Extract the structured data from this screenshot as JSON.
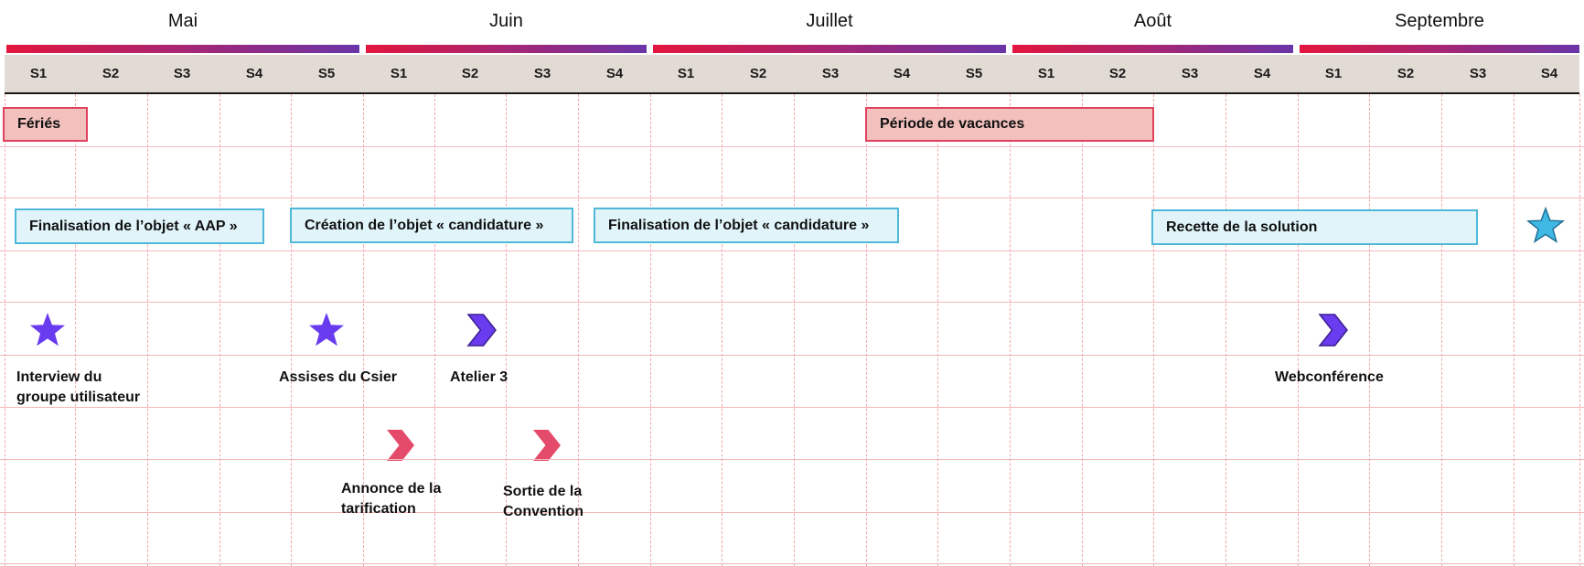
{
  "months": [
    {
      "label": "Mai",
      "weeks": [
        "S1",
        "S2",
        "S3",
        "S4",
        "S5"
      ]
    },
    {
      "label": "Juin",
      "weeks": [
        "S1",
        "S2",
        "S3",
        "S4"
      ]
    },
    {
      "label": "Juillet",
      "weeks": [
        "S1",
        "S2",
        "S3",
        "S4",
        "S5"
      ]
    },
    {
      "label": "Août",
      "weeks": [
        "S1",
        "S2",
        "S3",
        "S4"
      ]
    },
    {
      "label": "Septembre",
      "weeks": [
        "S1",
        "S2",
        "S3",
        "S4"
      ]
    }
  ],
  "holidays": [
    {
      "label": "Fériés"
    },
    {
      "label": "Période de vacances"
    }
  ],
  "tasks": [
    {
      "label": "Finalisation de l’objet « AAP »"
    },
    {
      "label": "Création de l’objet « candidature »"
    },
    {
      "label": "Finalisation de l’objet « candidature »"
    },
    {
      "label": "Recette de la solution"
    }
  ],
  "milestones": [
    {
      "label_lines": [
        "Interview du",
        "groupe utilisateur"
      ],
      "icon": "star-icon"
    },
    {
      "label_lines": [
        "Assises du Csier"
      ],
      "icon": "star-icon"
    },
    {
      "label_lines": [
        "Atelier 3"
      ],
      "icon": "chevron-icon"
    },
    {
      "label_lines": [
        "Webconférence"
      ],
      "icon": "chevron-icon"
    },
    {
      "label_lines": [
        "Annonce de la",
        "tarification"
      ],
      "icon": "chevron-icon"
    },
    {
      "label_lines": [
        "Sortie de la",
        "Convention"
      ],
      "icon": "chevron-icon"
    },
    {
      "label_lines": [],
      "icon": "star-icon"
    }
  ],
  "colors": {
    "bar_start": "#e3163e",
    "bar_end": "#6a35a8",
    "holiday_fill": "#f2c0bd",
    "holiday_border": "#e0415c",
    "task_fill": "#e0f4fa",
    "task_border": "#4fb8d8",
    "purple": "#6a3cf0",
    "pink": "#e44a6a",
    "cyan": "#3fb8e4"
  }
}
